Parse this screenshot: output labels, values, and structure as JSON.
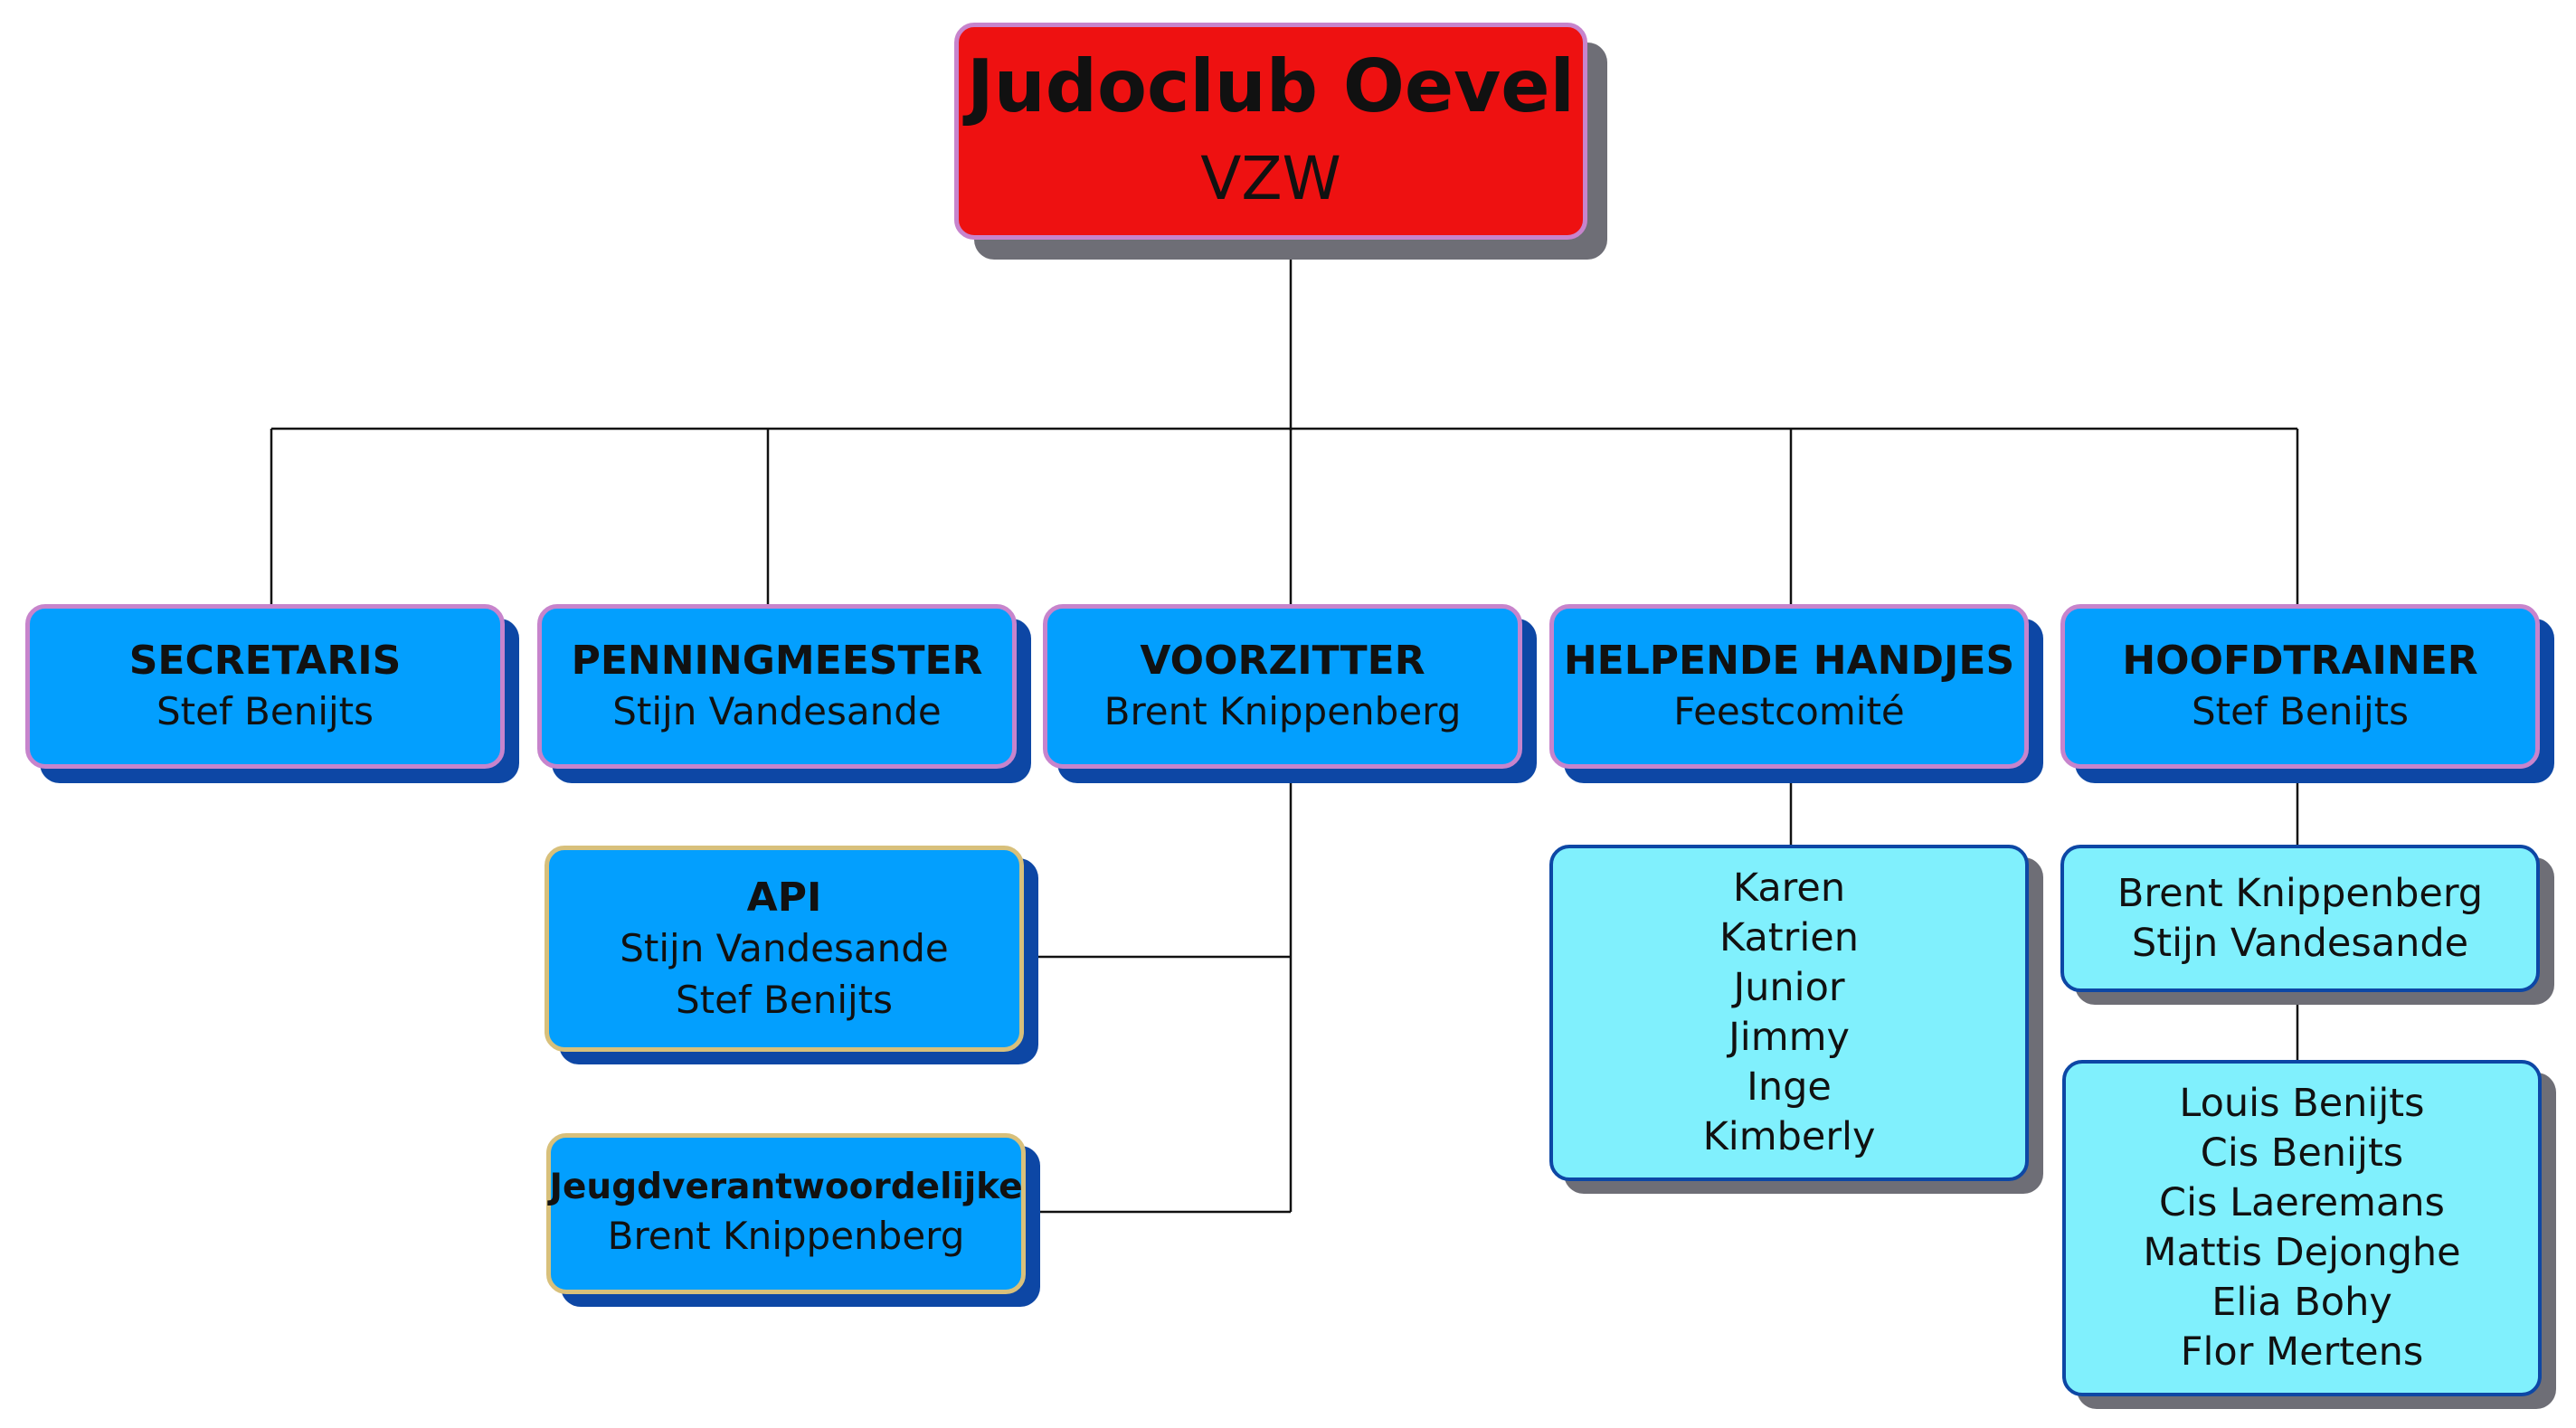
{
  "org": {
    "title": "Judoclub Oevel",
    "subtitle": "VZW"
  },
  "roles": {
    "secretaris": {
      "title": "SECRETARIS",
      "name": "Stef Benijts"
    },
    "penningmeester": {
      "title": "PENNINGMEESTER",
      "name": "Stijn Vandesande"
    },
    "voorzitter": {
      "title": "VOORZITTER",
      "name": "Brent Knippenberg"
    },
    "helpende_handjes": {
      "title": "HELPENDE HANDJES",
      "name": "Feestcomité"
    },
    "hoofdtrainer": {
      "title": "HOOFDTRAINER",
      "name": "Stef Benijts"
    }
  },
  "sub_roles": {
    "api": {
      "title": "API",
      "names": [
        "Stijn Vandesande",
        "Stef Benijts"
      ]
    },
    "jeugd": {
      "title": "Jeugdverantwoordelijke",
      "name": "Brent Knippenberg"
    }
  },
  "lists": {
    "feestcomite_members": [
      "Karen",
      "Katrien",
      "Junior",
      "Jimmy",
      "Inge",
      "Kimberly"
    ],
    "assistant_trainers": [
      "Brent Knippenberg",
      "Stijn Vandesande"
    ],
    "trainers": [
      "Louis Benijts",
      "Cis Benijts",
      "Cis Laeremans",
      "Mattis Dejonghe",
      "Elia Bohy",
      "Flor Mertens"
    ]
  },
  "colors": {
    "main_fill": "#ee1111",
    "role_fill": "#039ffe",
    "list_fill": "#80f0fd",
    "role_shadow": "#0d47a5",
    "main_shadow": "#6e6e76",
    "connector": "#111111"
  }
}
